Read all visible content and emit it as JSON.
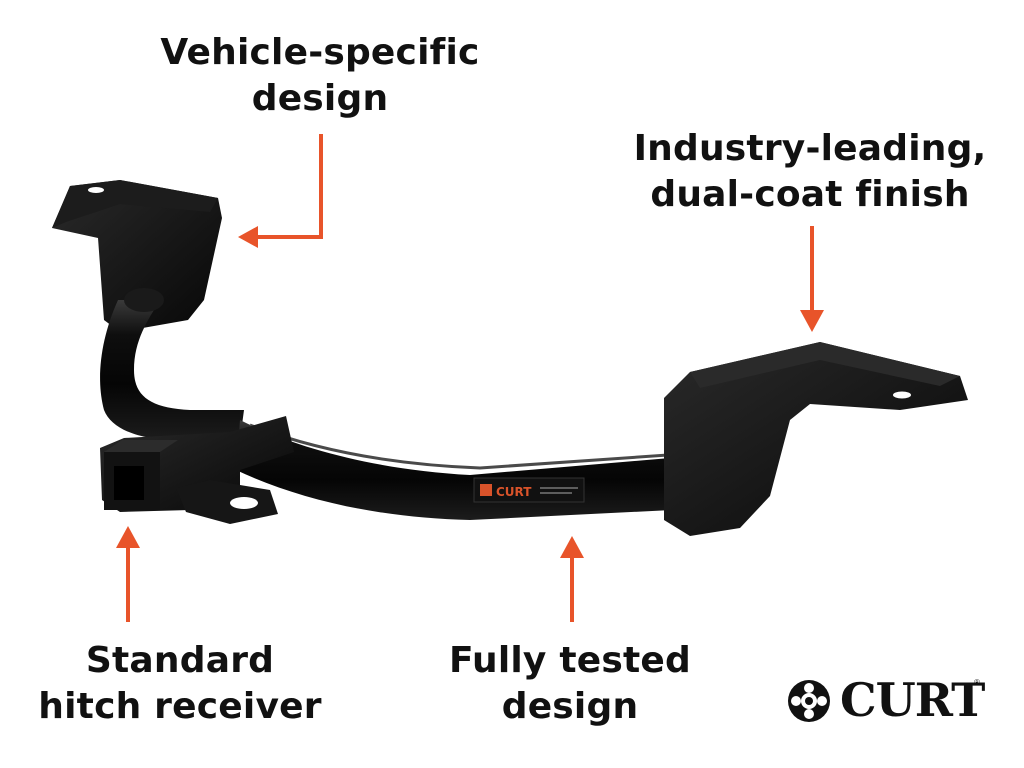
{
  "callouts": {
    "vehicle_specific": [
      "Vehicle-specific",
      "design"
    ],
    "finish": [
      "Industry-leading,",
      "dual-coat finish"
    ],
    "receiver": [
      "Standard",
      "hitch receiver"
    ],
    "tested": [
      "Fully tested",
      "design"
    ]
  },
  "product_decal": {
    "brand": "CURT"
  },
  "logo": {
    "wordmark": "CURT",
    "trademark": "®"
  },
  "colors": {
    "arrow": "#e8542a",
    "label_text": "#111111",
    "hitch_body": "#0b0b0b",
    "decal": "#d9532a"
  }
}
